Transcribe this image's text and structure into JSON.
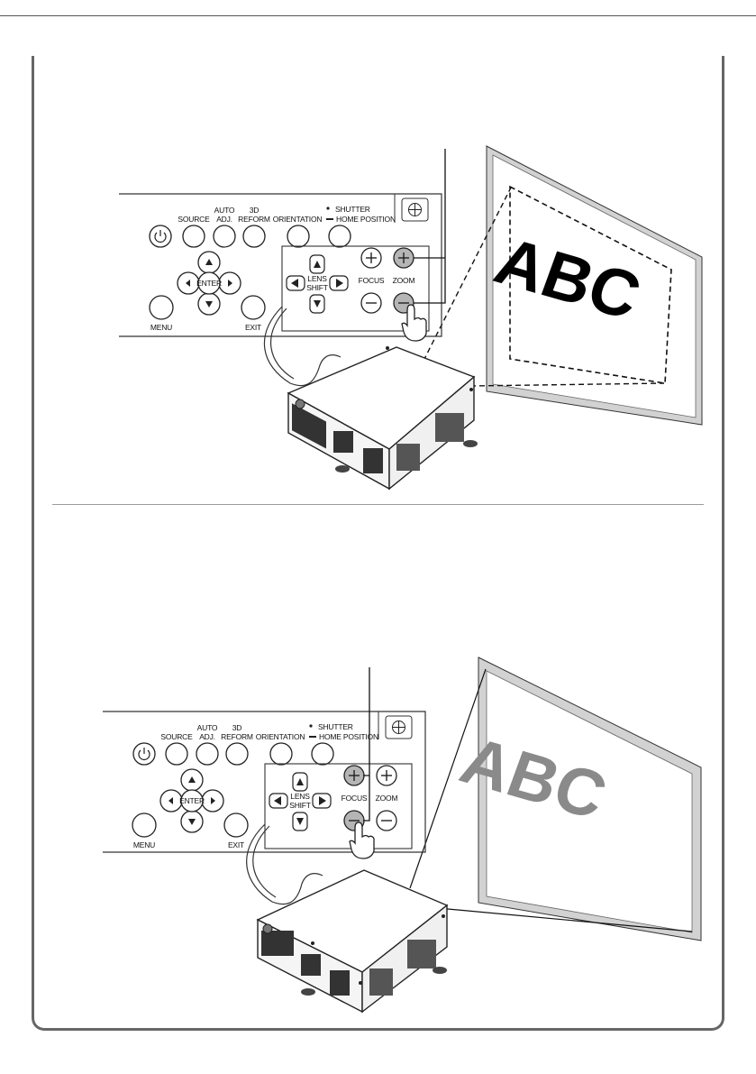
{
  "control_panel": {
    "source": "SOURCE",
    "auto_line1": "AUTO",
    "auto_line2": "ADJ.",
    "reform_line1": "3D",
    "reform_line2": "REFORM",
    "orientation": "ORIENTATION",
    "shutter": "SHUTTER",
    "home_position": "HOME POSITION",
    "enter": "ENTER",
    "lens_line1": "LENS",
    "lens_line2": "SHIFT",
    "focus": "FOCUS",
    "zoom": "ZOOM",
    "menu": "MENU",
    "exit": "EXIT"
  },
  "screens": {
    "top_text": "ABC",
    "bottom_text": "ABC"
  },
  "colors": {
    "screen_frame": "#cfcfcf",
    "image_text_sharp": "#000000",
    "image_text_blurred": "#8a8a8a",
    "pressed_button": "#b5b5b5"
  }
}
